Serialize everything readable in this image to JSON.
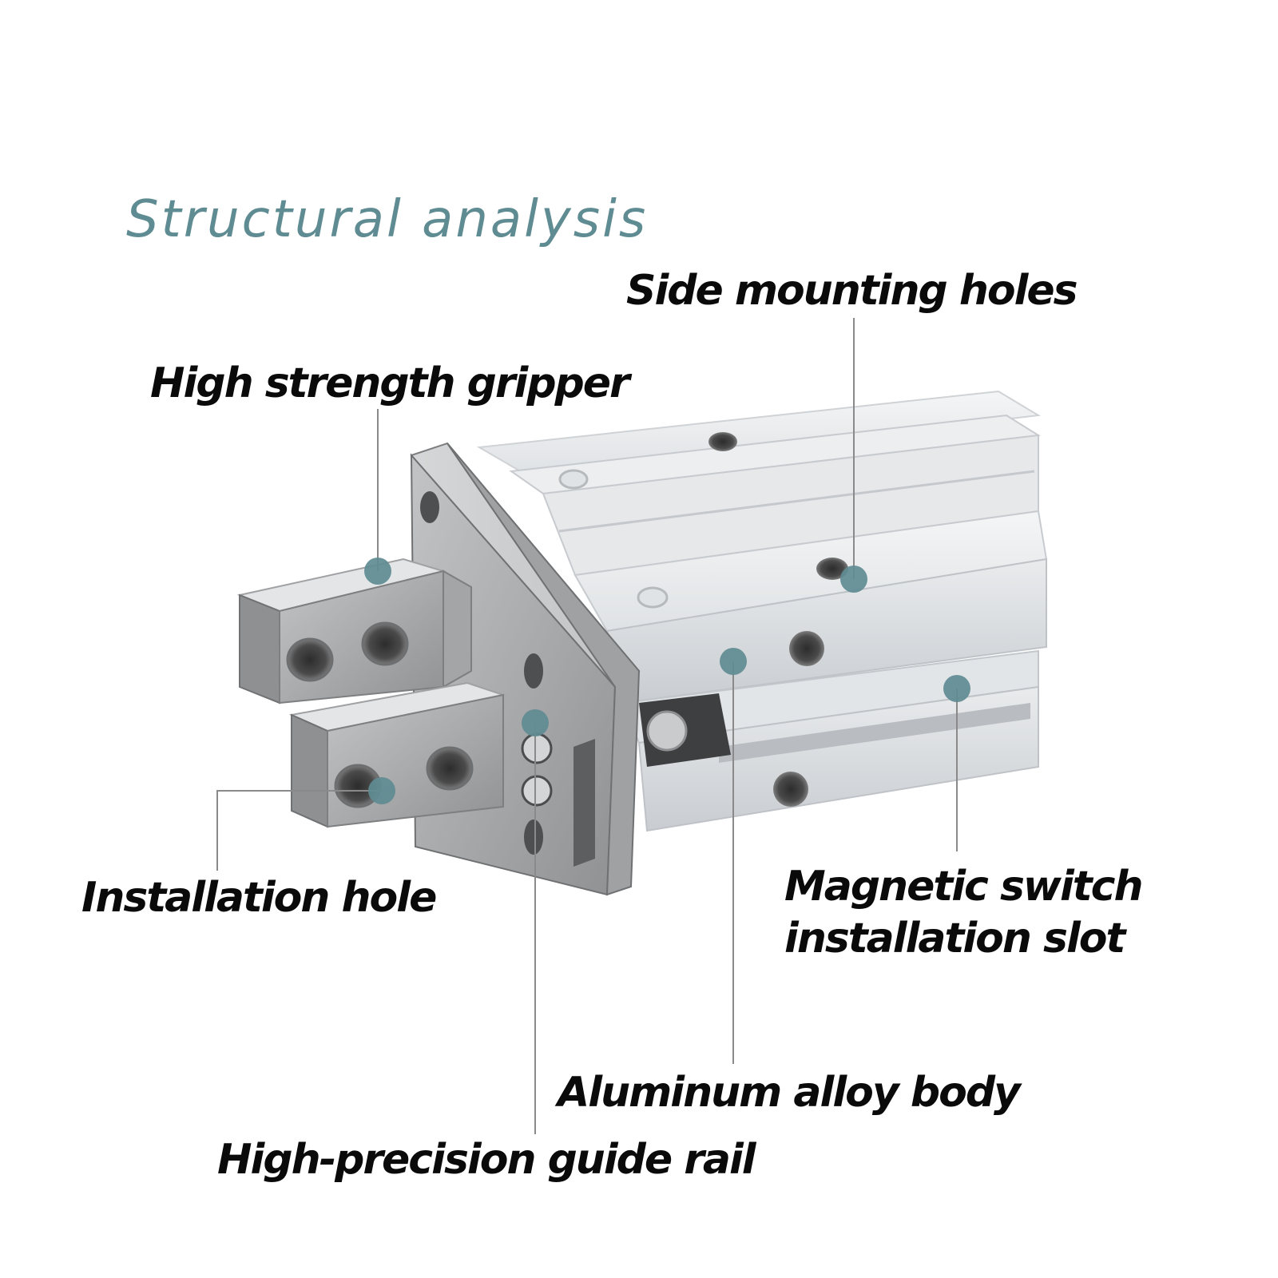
{
  "title": "Structural analysis",
  "labels": {
    "side_mounting_holes": "Side mounting holes",
    "high_strength_gripper": "High strength gripper",
    "installation_hole": "Installation hole",
    "magnetic_switch_line1": "Magnetic switch",
    "magnetic_switch_line2": "installation slot",
    "aluminum_alloy_body": "Aluminum alloy body",
    "guide_rail": "High-precision guide rail"
  },
  "colors": {
    "title": "#5f8b92",
    "marker": "#5f8b92",
    "leader_line": "#8a8a8a",
    "label_text": "#0a0a0a"
  }
}
